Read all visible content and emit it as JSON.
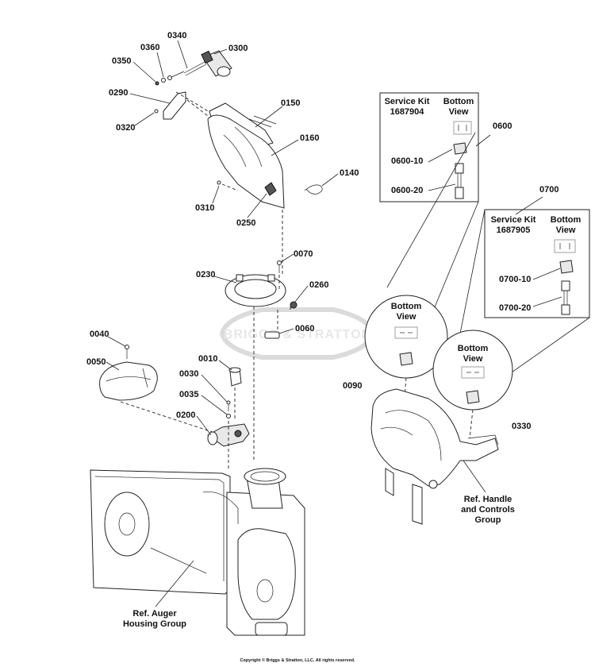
{
  "watermark": "BRIGGS & STRATTON",
  "copyright": "Copyright © Briggs & Stratton, LLC. All rights reserved.",
  "labels": {
    "p0340": "0340",
    "p0360": "0360",
    "p0300": "0300",
    "p0350": "0350",
    "p0290": "0290",
    "p0150": "0150",
    "p0320": "0320",
    "p0160": "0160",
    "p0140": "0140",
    "p0310": "0310",
    "p0250": "0250",
    "p0070": "0070",
    "p0230": "0230",
    "p0260": "0260",
    "p0060": "0060",
    "p0040": "0040",
    "p0050": "0050",
    "p0010": "0010",
    "p0030": "0030",
    "p0035": "0035",
    "p0200": "0200",
    "p0600": "0600",
    "p0600_10": "0600-10",
    "p0600_20": "0600-20",
    "p0700": "0700",
    "p0700_10": "0700-10",
    "p0700_20": "0700-20",
    "p0090": "0090",
    "p0330": "0330"
  },
  "kits": {
    "kit1_title": "Service Kit",
    "kit1_number": "1687904",
    "kit2_title": "Service Kit",
    "kit2_number": "1687905",
    "bottom_view_line1": "Bottom",
    "bottom_view_line2": "View"
  },
  "callouts": {
    "left_line1": "Bottom",
    "left_line2": "View",
    "right_line1": "Bottom",
    "right_line2": "View"
  },
  "refs": {
    "auger_line1": "Ref. Auger",
    "auger_line2": "Housing Group",
    "handle_line1": "Ref. Handle",
    "handle_line2": "and Controls",
    "handle_line3": "Group"
  }
}
